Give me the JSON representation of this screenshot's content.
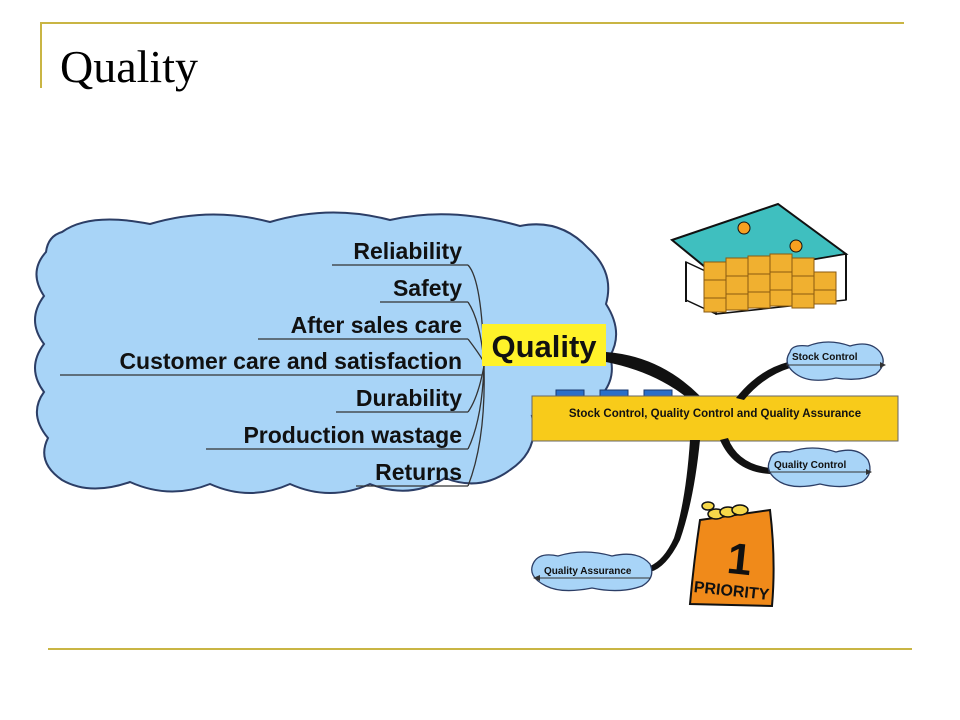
{
  "slide": {
    "title": "Quality"
  },
  "mindmap": {
    "central": "Quality",
    "factors": [
      "Reliability",
      "Safety",
      "After sales care",
      "Customer care and satisfaction",
      "Durability",
      "Production wastage",
      "Returns"
    ],
    "banner": "Stock Control, Quality Control and Quality Assurance",
    "branches": {
      "stock_control": "Stock Control",
      "quality_control": "Quality Control",
      "quality_assurance": "Quality Assurance"
    },
    "priority": {
      "number": "1",
      "word": "PRIORITY"
    }
  },
  "colors": {
    "cloud": "#a8d4f7",
    "highlight": "#fff22a",
    "banner": "#f8cb1a",
    "accent_orange": "#f08a1a",
    "frame": "#c9b544"
  }
}
